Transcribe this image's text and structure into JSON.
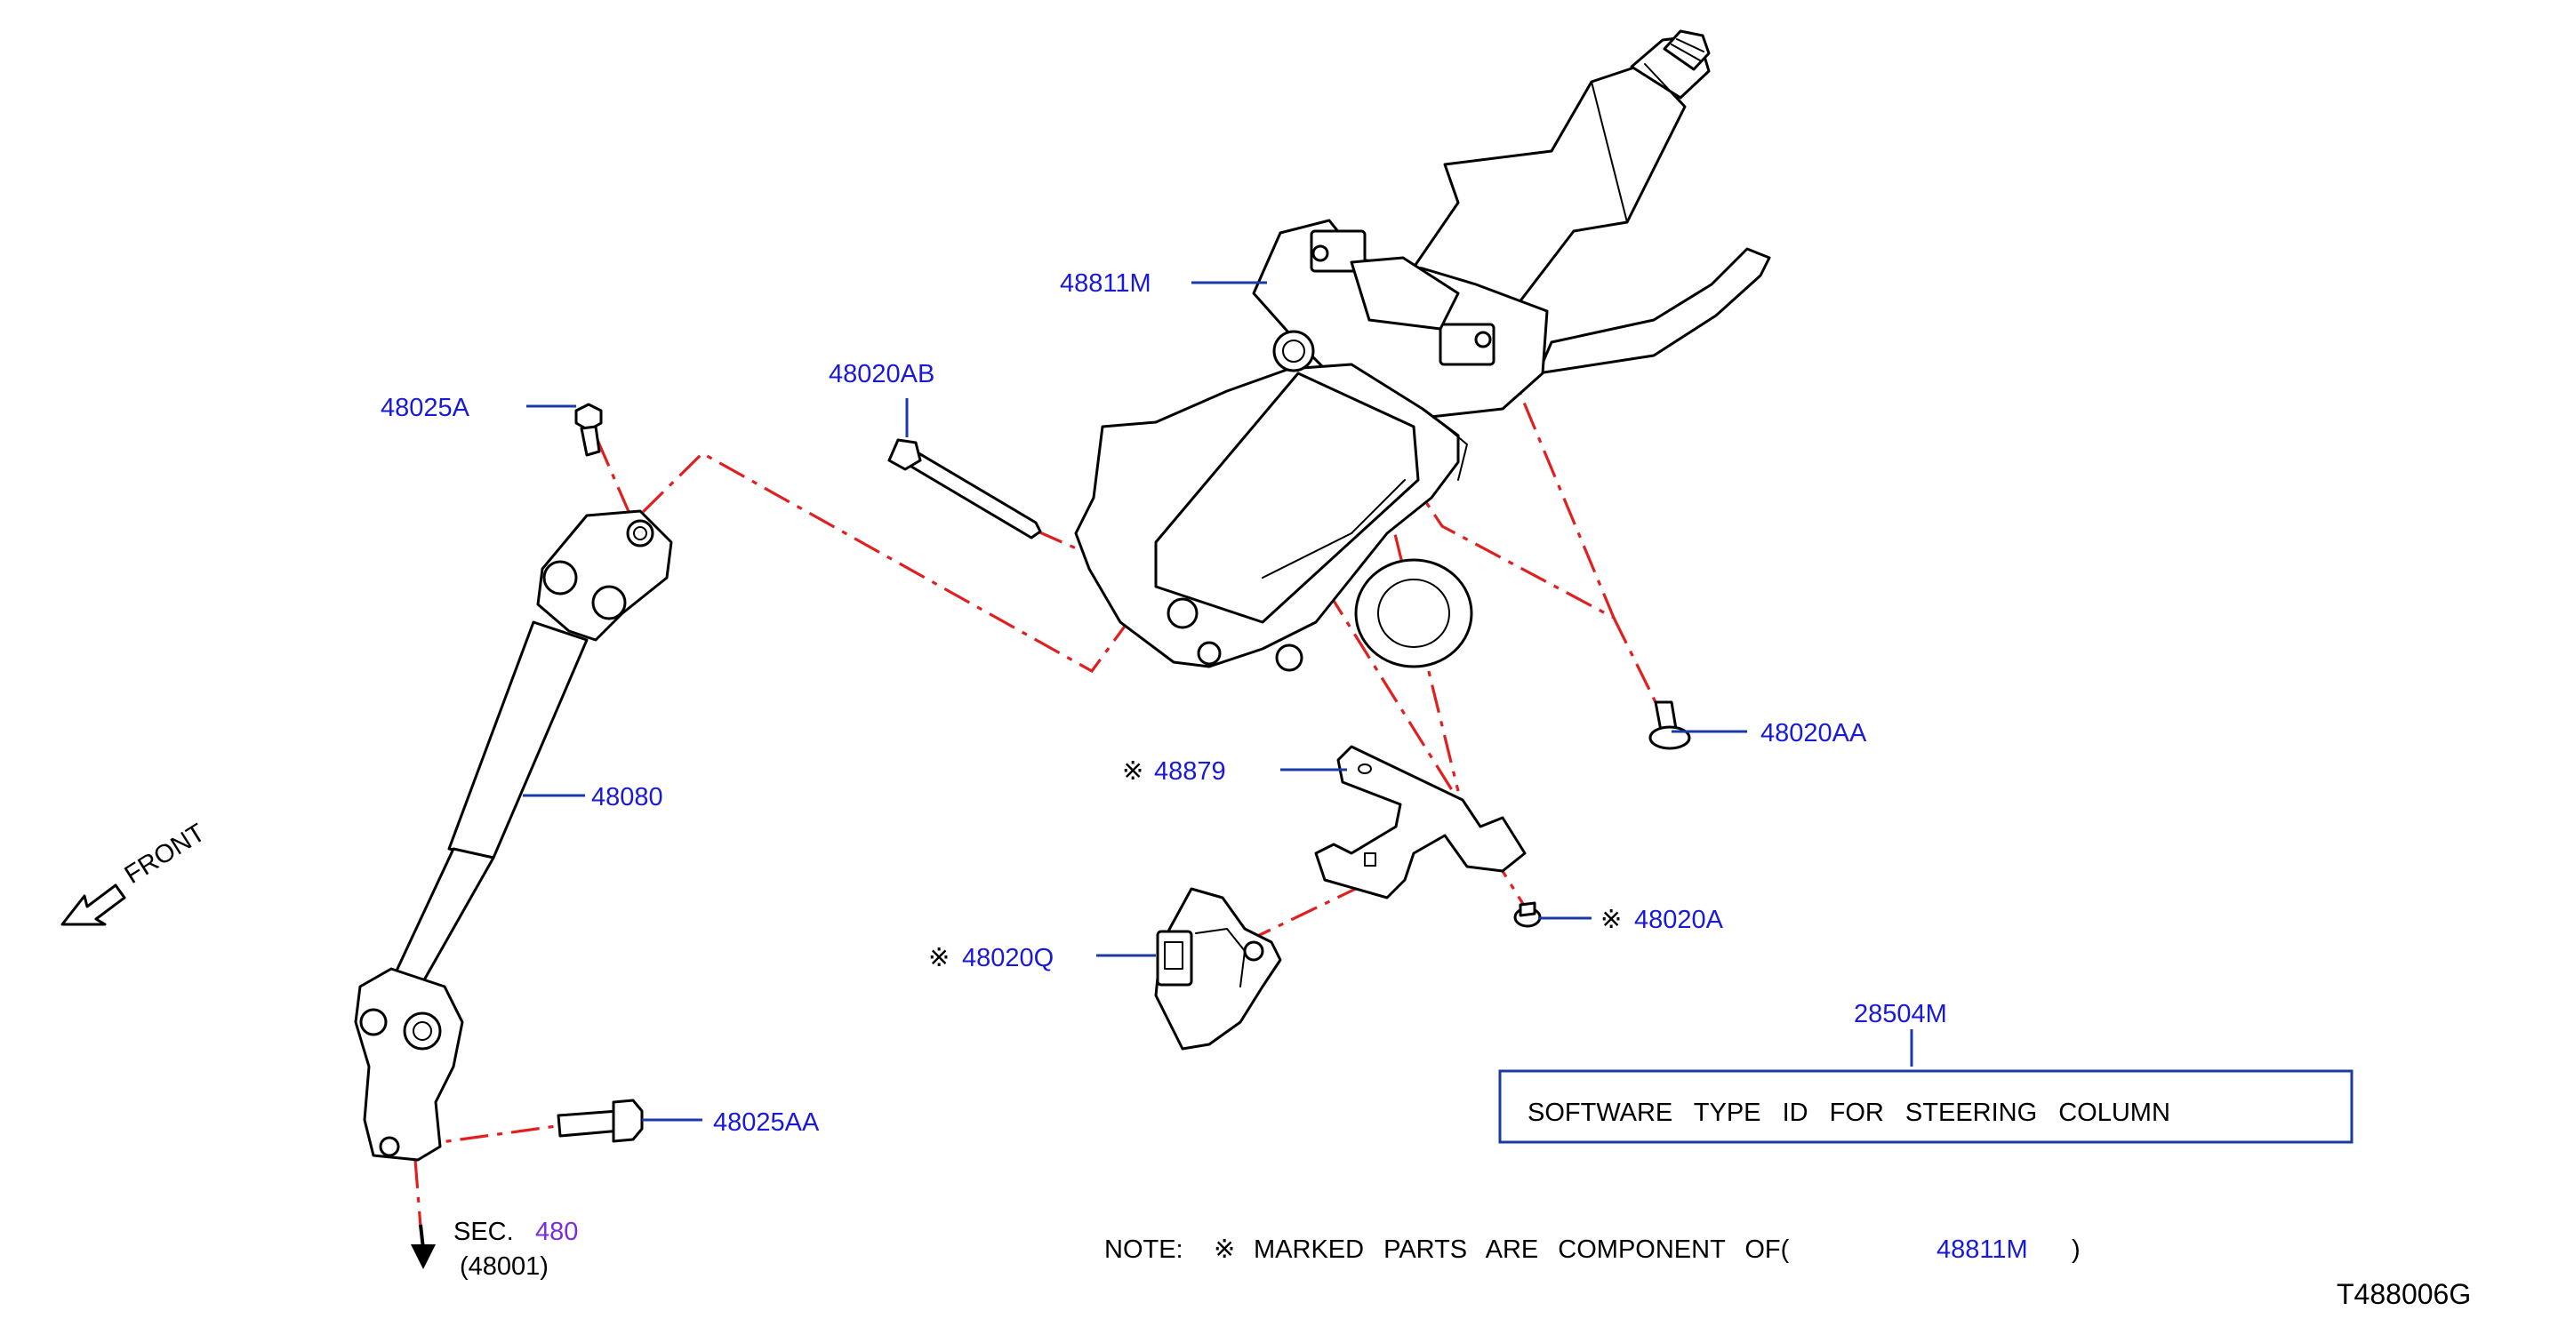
{
  "part_labels": {
    "p48811M": "48811M",
    "p48020AB": "48020AB",
    "p48025A": "48025A",
    "p48080": "48080",
    "p48020AA": "48020AA",
    "p48879": "48879",
    "p48020A": "48020A",
    "p48020Q": "48020Q",
    "p48025AA": "48025AA",
    "p28504M": "28504M"
  },
  "component_mark": "※",
  "front_label": "FRONT",
  "section_ref": {
    "prefix": "SEC.",
    "link": "480",
    "sub": "(48001)"
  },
  "software_box_text": "SOFTWARE TYPE ID FOR STEERING COLUMN",
  "note": {
    "prefix": "NOTE:",
    "mark": "※",
    "text": "MARKED PARTS ARE COMPONENT OF(",
    "link": "48811M",
    "suffix": ")"
  },
  "diagram_id": "T488006G",
  "colors": {
    "label_blue": "#1a1ad6",
    "leader_blue": "#1a3aa8",
    "section_purple": "#7a2de0",
    "dash_red": "#e02020"
  }
}
